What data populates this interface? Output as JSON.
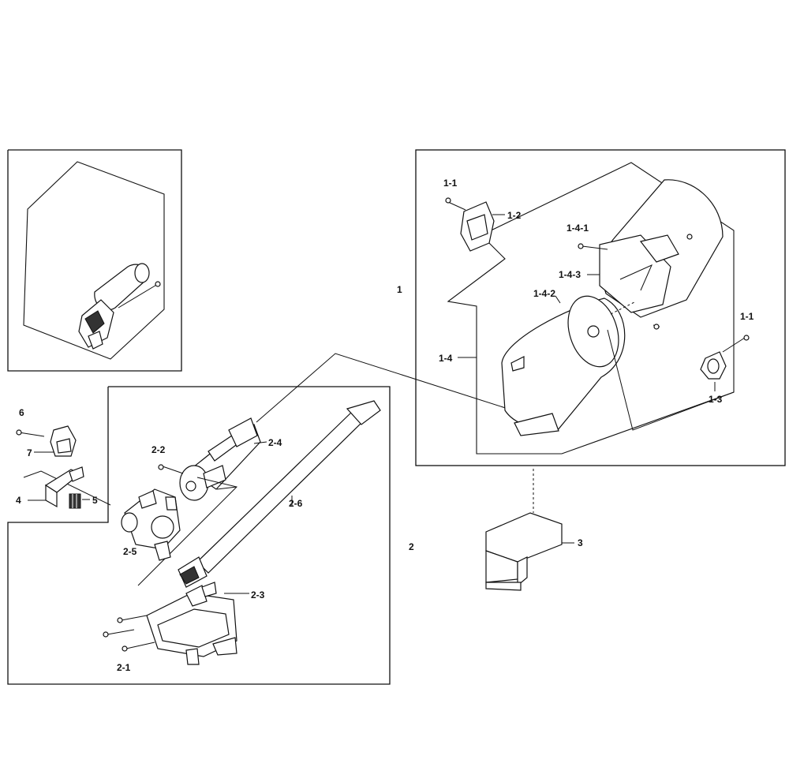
{
  "callouts": {
    "c1": "1",
    "c1_1_a": "1-1",
    "c1_1_b": "1-1",
    "c1_2": "1-2",
    "c1_3": "1-3",
    "c1_4": "1-4",
    "c1_4_1": "1-4-1",
    "c1_4_2": "1-4-2",
    "c1_4_3": "1-4-3",
    "c2": "2",
    "c2_1": "2-1",
    "c2_2": "2-2",
    "c2_3": "2-3",
    "c2_4": "2-4",
    "c2_5": "2-5",
    "c2_6": "2-6",
    "c3": "3",
    "c4": "4",
    "c5": "5",
    "c6": "6",
    "c7": "7"
  }
}
